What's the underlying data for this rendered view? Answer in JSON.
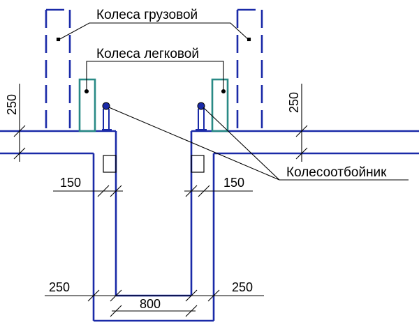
{
  "labels": {
    "truck_wheels": "Колеса грузовой",
    "car_wheels": "Колеса легковой",
    "wheel_stop": "Колесоотбойник"
  },
  "dimensions": {
    "left_top_250": "250",
    "right_top_250": "250",
    "left_150": "150",
    "right_150": "150",
    "bottom_left_250": "250",
    "bottom_right_250": "250",
    "bottom_800": "800"
  },
  "colors": {
    "structure": "#1a2aa8",
    "car_wheel": "#2a8a86",
    "leader": "#000000"
  }
}
